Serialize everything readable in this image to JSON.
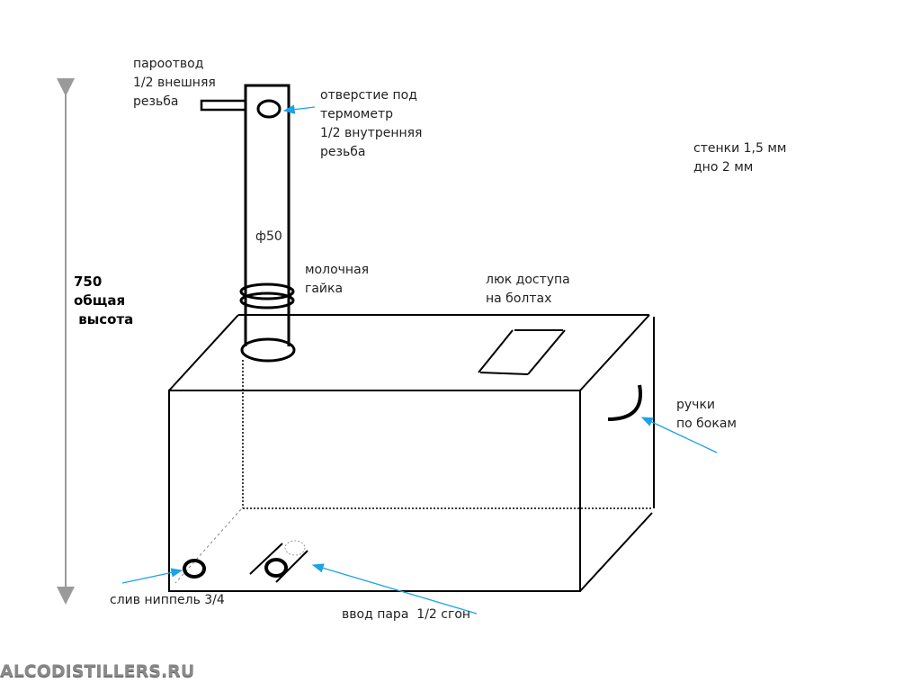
{
  "labels": {
    "steam_outlet": [
      "пароотвод",
      "1/2 внешняя",
      "резьба"
    ],
    "thermometer": [
      "отверстие под",
      "термометр",
      "1/2 внутренняя",
      "резьба"
    ],
    "walls": [
      "стенки 1,5 мм",
      "дно 2 мм"
    ],
    "diameter": "ф50",
    "milk_nut": [
      "молочная",
      "гайка"
    ],
    "hatch": [
      "люк доступа",
      "на болтах"
    ],
    "height": [
      "750",
      "общая",
      " высота"
    ],
    "handles": [
      "ручки",
      "по бокам"
    ],
    "drain": "слив ниппель 3/4",
    "steam_inlet": "ввод пара  1/2 сгон"
  },
  "watermark": "ALCODISTILLERS.RU",
  "colors": {
    "arrow": "#1aa3e8",
    "line": "#000000",
    "dimension": "#9a9a9a"
  }
}
